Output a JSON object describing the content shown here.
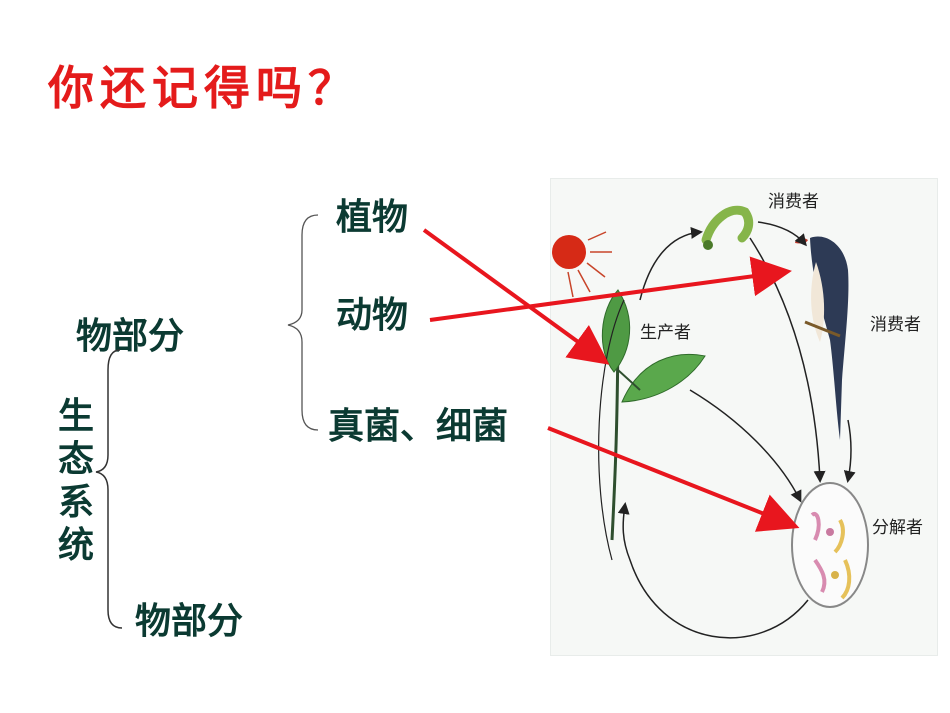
{
  "title": "你还记得吗？",
  "left": {
    "top_part": "物部分",
    "bottom_part": "物部分",
    "vertical": [
      "生",
      "态",
      "系",
      "统"
    ]
  },
  "middle": {
    "plants": "植物",
    "animals": "动物",
    "fungi_bacteria": "真菌、细菌"
  },
  "panel": {
    "consumer_top": "消费者",
    "consumer_right": "消费者",
    "producer": "生产者",
    "decomposer": "分解者"
  },
  "colors": {
    "title": "#e41b1b",
    "arrow": "#e8161e",
    "text": "#0b3a32"
  }
}
